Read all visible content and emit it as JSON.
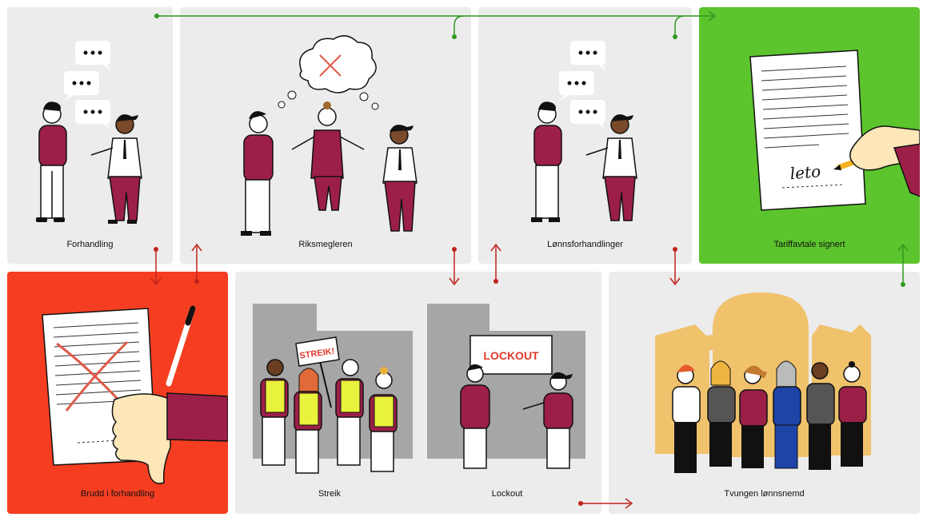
{
  "colors": {
    "panel_gray": "#ececec",
    "agreement_green": "#5cc42d",
    "breakdown_red": "#f53e21",
    "arrow_green": "#2e9a1f",
    "arrow_red": "#c0221c",
    "uniform_maroon": "#9c1f48",
    "building_gold": "#f0c26c",
    "backdrop_gray": "#a6a6a6"
  },
  "panels": {
    "forhandling": {
      "label": "Forhandling",
      "icons": [
        "speech-bubble-icon",
        "employee-figure",
        "employer-figure"
      ]
    },
    "riksmegleren": {
      "label": "Riksmegleren",
      "icons": [
        "thought-cloud-icon",
        "mediator-figure"
      ]
    },
    "lonnsforhandlinger": {
      "label": "Lønnsforhandlinger",
      "icons": [
        "speech-bubble-icon",
        "employee-figure",
        "employer-figure"
      ]
    },
    "tariffavtale": {
      "label": "Tariffavtale signert",
      "icons": [
        "document-icon",
        "pen-icon",
        "hand-icon"
      ],
      "signature": "leto"
    },
    "brudd": {
      "label": "Brudd i forhandling",
      "icons": [
        "crossed-document-icon",
        "pen-icon",
        "thumbs-down-icon"
      ]
    },
    "streik": {
      "label": "Streik",
      "sign": "STREIK!",
      "icons": [
        "strike-sign-icon",
        "worker-figures"
      ]
    },
    "lockout": {
      "label": "Lockout",
      "sign": "LOCKOUT",
      "icons": [
        "lockout-sign-icon"
      ]
    },
    "lonnsnemd": {
      "label": "Tvungen lønnsnemd",
      "icons": [
        "building-icon",
        "board-figures"
      ]
    }
  }
}
